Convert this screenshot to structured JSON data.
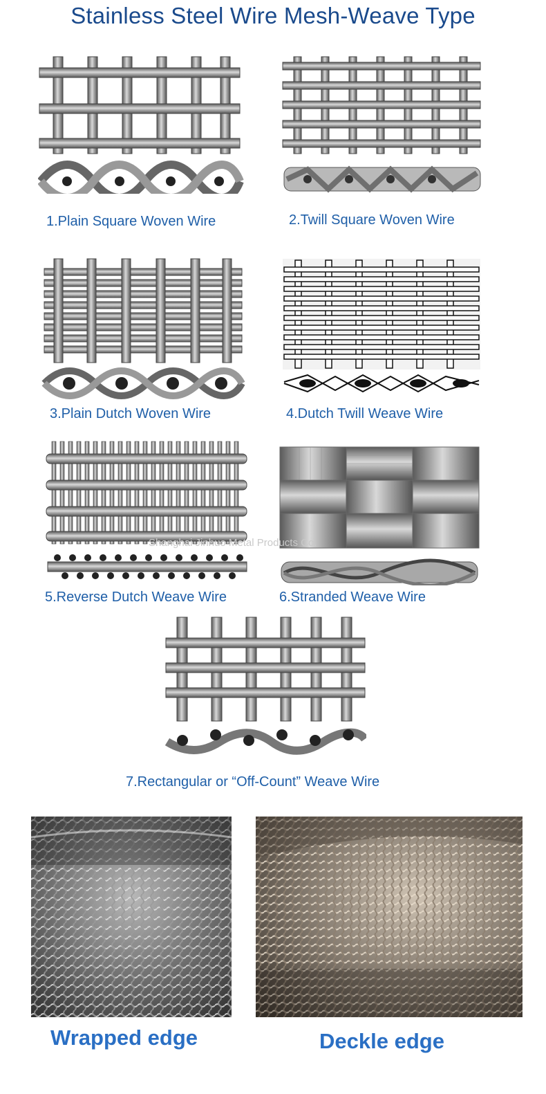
{
  "title": "Stainless Steel Wire Mesh-Weave Type",
  "watermark": "Shanghai Jinhuo Metal Products Co.",
  "weaves": [
    {
      "label": "1.Plain Square Woven Wire",
      "icon": "plain-square-weave-diagram"
    },
    {
      "label": "2.Twill Square Woven Wire",
      "icon": "twill-square-weave-diagram"
    },
    {
      "label": "3.Plain Dutch Woven Wire",
      "icon": "plain-dutch-weave-diagram"
    },
    {
      "label": "4.Dutch Twill Weave Wire",
      "icon": "dutch-twill-weave-diagram"
    },
    {
      "label": "5.Reverse Dutch Weave Wire",
      "icon": "reverse-dutch-weave-diagram"
    },
    {
      "label": "6.Stranded Weave Wire",
      "icon": "stranded-weave-diagram"
    },
    {
      "label": "7.Rectangular or “Off-Count” Weave Wire",
      "icon": "rectangular-weave-diagram"
    }
  ],
  "edges": [
    {
      "label": "Wrapped edge",
      "icon": "wrapped-edge-photo"
    },
    {
      "label": "Deckle edge",
      "icon": "deckle-edge-photo"
    }
  ],
  "colors": {
    "title": "#1a4a8c",
    "caption": "#1f5fa8",
    "edge_label": "#2a6fc4",
    "wire": "#8a8a8a"
  }
}
